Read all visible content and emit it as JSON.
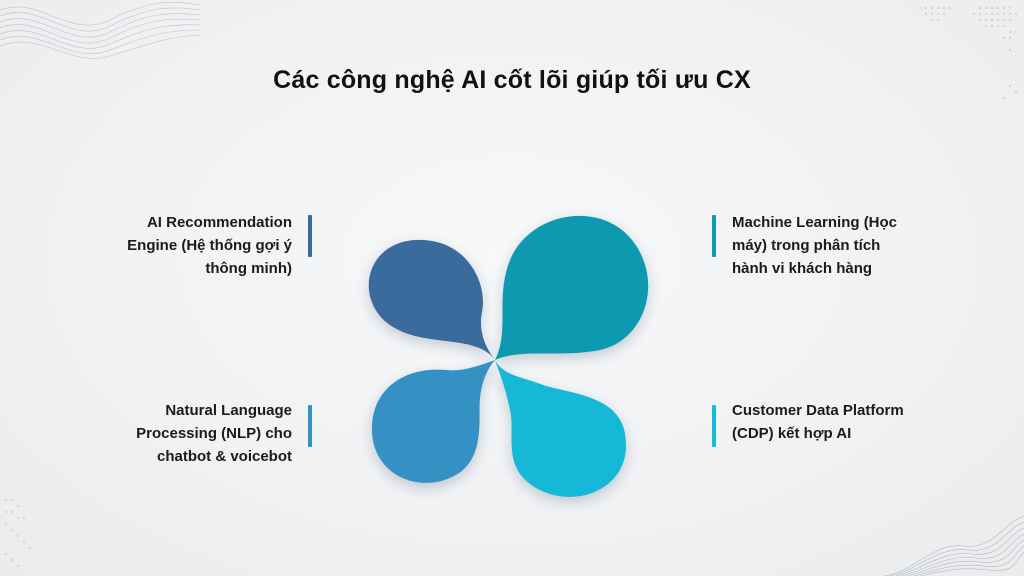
{
  "title": "Các công nghệ AI cốt lõi giúp tối ưu CX",
  "items": [
    {
      "text": "AI Recommendation Engine (Hệ thống gợi ý thông minh)",
      "lines": [
        "AI Recommendation",
        "Engine (Hệ thống gợi ý",
        "thông minh)"
      ],
      "color": "#3a6a9c"
    },
    {
      "text": "Machine Learning (Học máy) trong phân tích hành vi khách hàng",
      "lines": [
        "Machine Learning (Học",
        "máy) trong phân tích",
        "hành vi khách hàng"
      ],
      "color": "#0e9ab0"
    },
    {
      "text": "Natural Language Processing (NLP) cho chatbot & voicebot",
      "lines": [
        "Natural Language",
        "Processing (NLP) cho",
        "chatbot & voicebot"
      ],
      "color": "#3590c4"
    },
    {
      "text": "Customer Data Platform (CDP) kết hợp AI",
      "lines": [
        "Customer Data Platform",
        "(CDP) kết hợp AI"
      ],
      "color": "#19b8d8"
    }
  ]
}
